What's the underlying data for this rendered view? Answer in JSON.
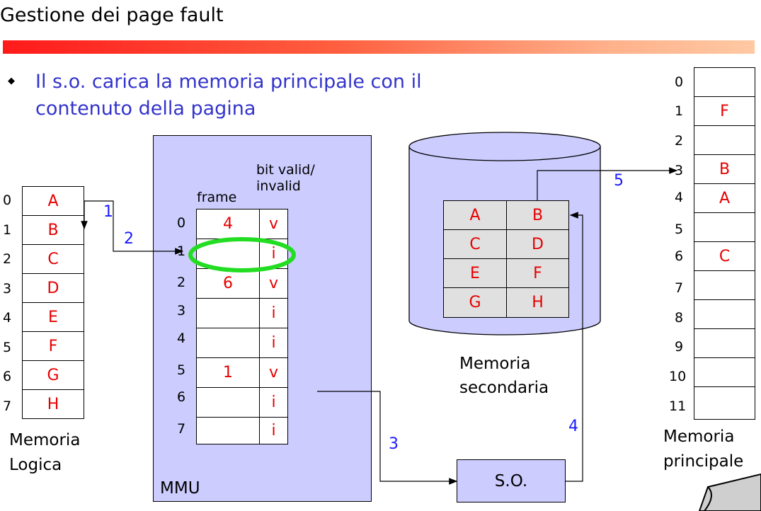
{
  "title": "Gestione dei page fault",
  "bullet": "Il s.o. carica la memoria principale con il contenuto della pagina",
  "logical_memory": {
    "label_line1": "Memoria",
    "label_line2": "Logica",
    "indices": [
      "0",
      "1",
      "2",
      "3",
      "4",
      "5",
      "6",
      "7"
    ],
    "pages": [
      "A",
      "B",
      "C",
      "D",
      "E",
      "F",
      "G",
      "H"
    ]
  },
  "mmu": {
    "label": "MMU",
    "frame_header": "frame",
    "bit_header_line1": "bit valid/",
    "bit_header_line2": "invalid",
    "indices": [
      "0",
      "1",
      "2",
      "3",
      "4",
      "5",
      "6",
      "7"
    ],
    "frames": [
      "4",
      "",
      "6",
      "",
      "",
      "1",
      "",
      ""
    ],
    "bits": [
      "v",
      "i",
      "v",
      "i",
      "i",
      "v",
      "i",
      "i"
    ]
  },
  "secondary_memory": {
    "label_line1": "Memoria",
    "label_line2": "secondaria",
    "grid": [
      [
        "A",
        "B"
      ],
      [
        "C",
        "D"
      ],
      [
        "E",
        "F"
      ],
      [
        "G",
        "H"
      ]
    ]
  },
  "os": {
    "label": "S.O."
  },
  "main_memory": {
    "label_line1": "Memoria",
    "label_line2": "principale",
    "indices": [
      "0",
      "1",
      "2",
      "3",
      "4",
      "5",
      "6",
      "7",
      "8",
      "9",
      "10",
      "11"
    ],
    "contents": [
      "",
      "F",
      "",
      "B",
      "A",
      "",
      "C",
      "",
      "",
      "",
      "",
      ""
    ]
  },
  "steps": [
    "1",
    "2",
    "3",
    "4",
    "5"
  ],
  "colors": {
    "page_text": "#e60000",
    "step_text": "#1a1aff",
    "box_fill": "#ccccff",
    "highlight": "#22dd22"
  }
}
